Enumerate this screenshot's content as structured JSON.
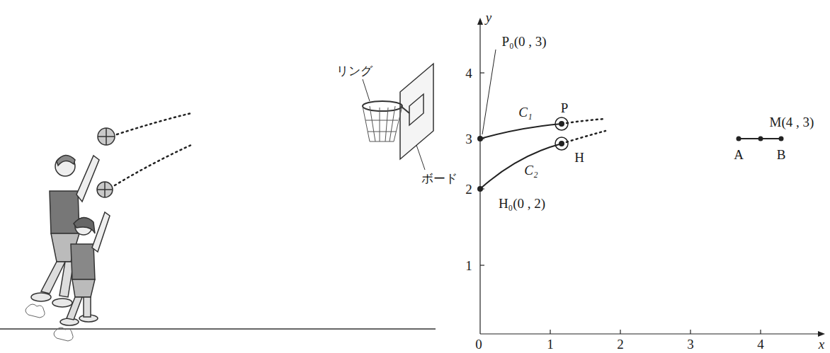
{
  "diagram": {
    "labels": [
      "リング",
      "ボード",
      "y",
      "4",
      "3",
      "2",
      "1",
      "0",
      "1",
      "2",
      "3",
      "4",
      "x",
      "P₀(0 , 3)",
      "C₁",
      "P",
      "H",
      "C₂",
      "H₀(0 , 2)",
      "M(4 , 3)",
      "A",
      "B"
    ]
  }
}
